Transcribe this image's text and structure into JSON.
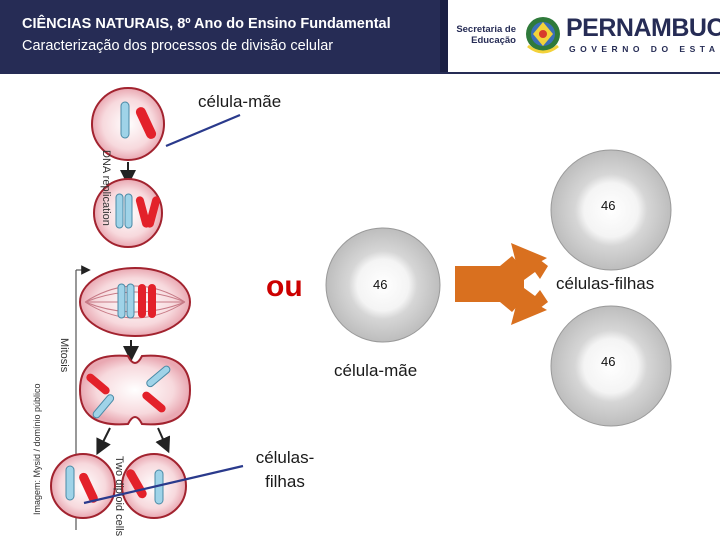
{
  "header": {
    "title": "CIÊNCIAS NATURAIS, 8º Ano do Ensino Fundamental",
    "subtitle": "Caracterização dos processos de divisão celular",
    "secretaria": "Secretaria de Educação",
    "state_name": "PERNAMBUCO",
    "state_sub": "GOVERNO DO ESTADO",
    "bar_color": "#262c55"
  },
  "left_diagram": {
    "label_mother": "célula-mãe",
    "label_dna": "DNA replication",
    "label_mitosis": "Mitosis",
    "label_two_cells": "Two diploid cells",
    "label_daughters": "células-filhas",
    "credit": "Imagem: Mysid / domínio público"
  },
  "right_diagram": {
    "or_label": "ou",
    "mother_count": "46",
    "mother_label": "célula-mãe",
    "daughter_top_count": "46",
    "daughter_bottom_count": "46",
    "daughters_label": "células-filhas",
    "arrow_color": "#d2691e",
    "or_color": "#cc0000"
  }
}
